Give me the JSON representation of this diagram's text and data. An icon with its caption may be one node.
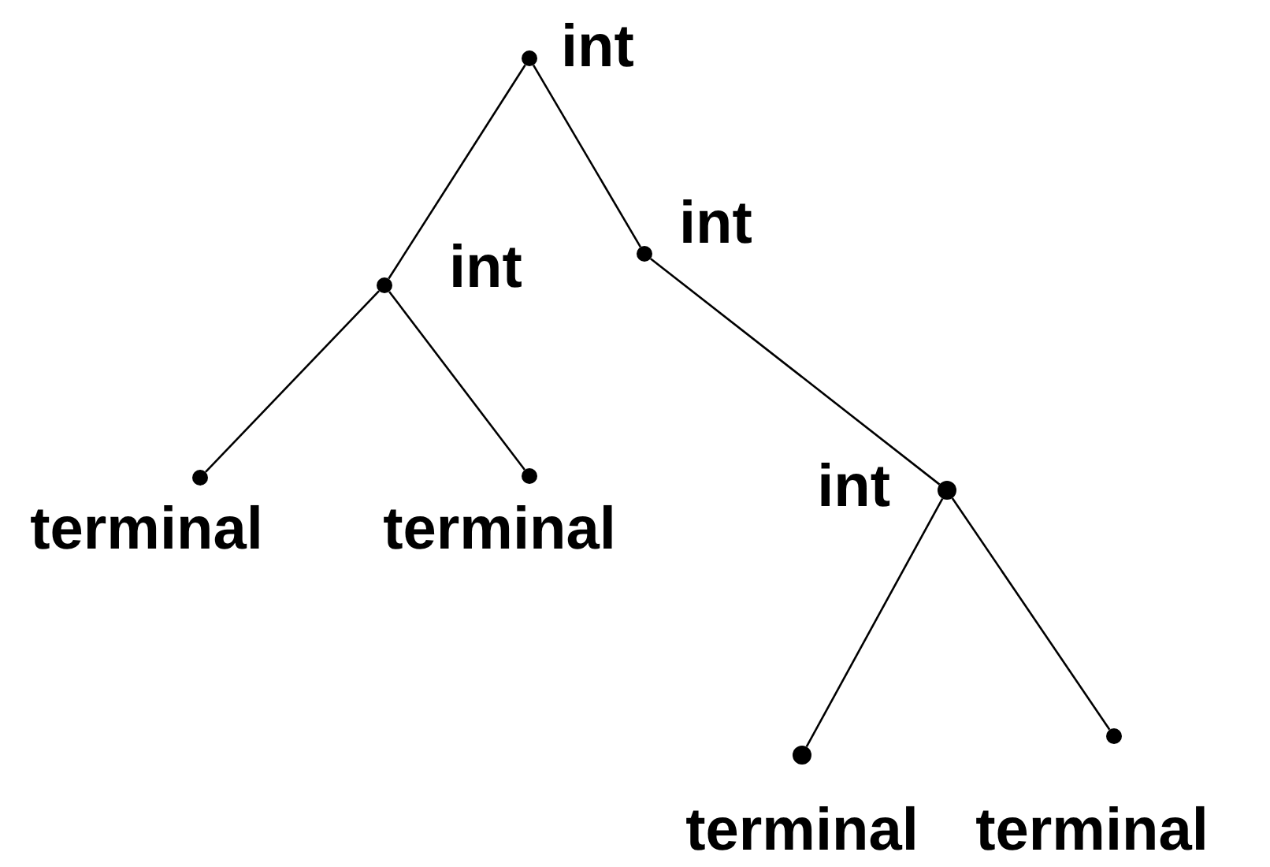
{
  "diagram": {
    "nodes": [
      {
        "text": [],
        "shape": "circle",
        "beside": [
          "int"
        ]
      },
      {
        "text": [],
        "shape": "circle",
        "beside": [
          "int"
        ]
      },
      {
        "text": [],
        "shape": "circle",
        "beside": [
          "int"
        ]
      },
      {
        "text": [],
        "shape": "circle",
        "beside": [
          "terminal"
        ]
      },
      {
        "text": [],
        "shape": "circle",
        "beside": [
          "terminal"
        ]
      },
      {
        "text": [],
        "shape": "circle",
        "beside": [
          "int"
        ]
      },
      {
        "text": [],
        "shape": "circle",
        "beside": [
          "terminal"
        ]
      },
      {
        "text": [],
        "shape": "circle",
        "beside": [
          "terminal"
        ]
      }
    ],
    "edges": [
      {
        "from": 0,
        "to": 2,
        "arrow": "none"
      },
      {
        "from": 0,
        "to": 1,
        "arrow": "none"
      },
      {
        "from": 2,
        "to": 3,
        "arrow": "none"
      },
      {
        "from": 2,
        "to": 4,
        "arrow": "none"
      },
      {
        "from": 1,
        "to": 5,
        "arrow": "none"
      },
      {
        "from": 5,
        "to": 6,
        "arrow": "none"
      },
      {
        "from": 5,
        "to": 7,
        "arrow": "none"
      }
    ]
  }
}
